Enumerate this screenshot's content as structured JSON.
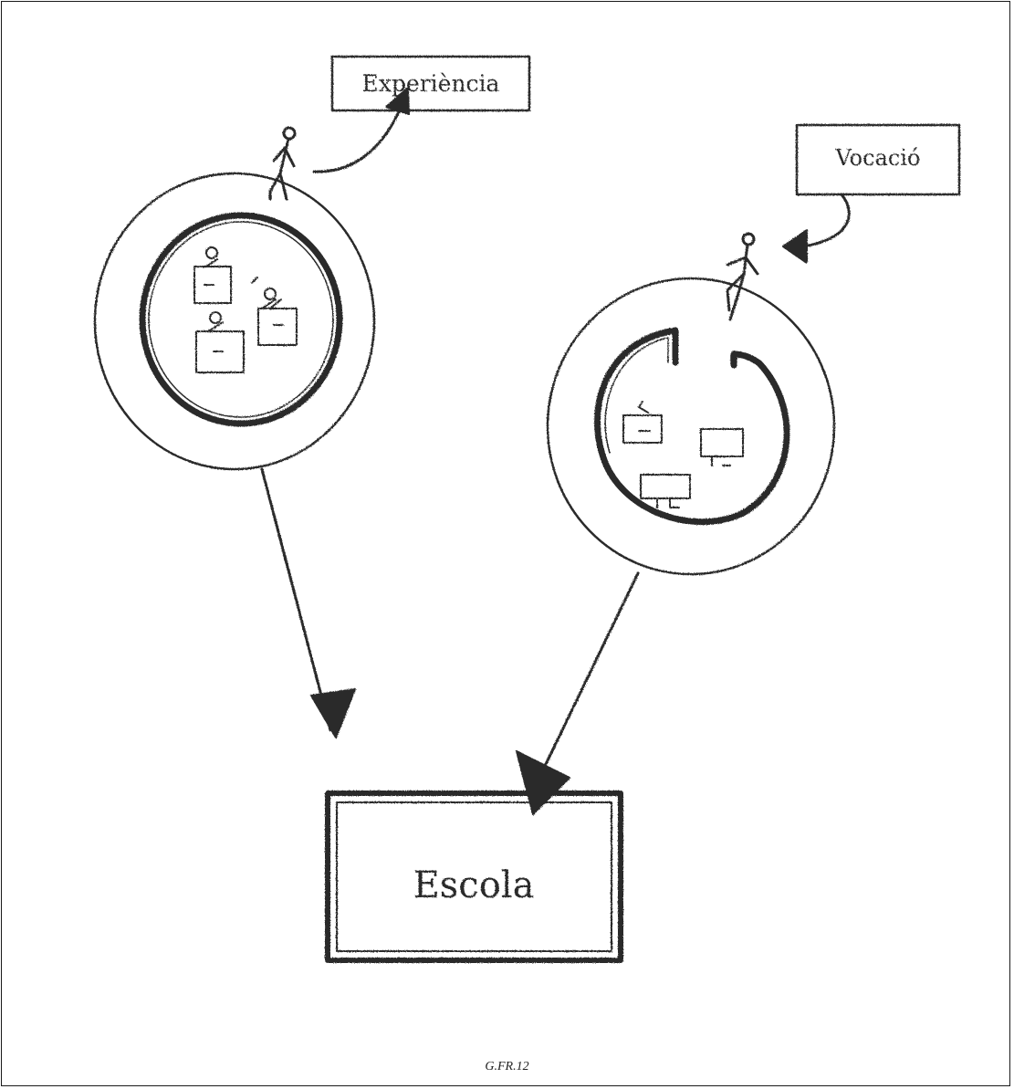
{
  "labels": {
    "experience": "Experiència",
    "vocation": "Vocació",
    "school": "Escola"
  },
  "caption": "G.FR.12"
}
